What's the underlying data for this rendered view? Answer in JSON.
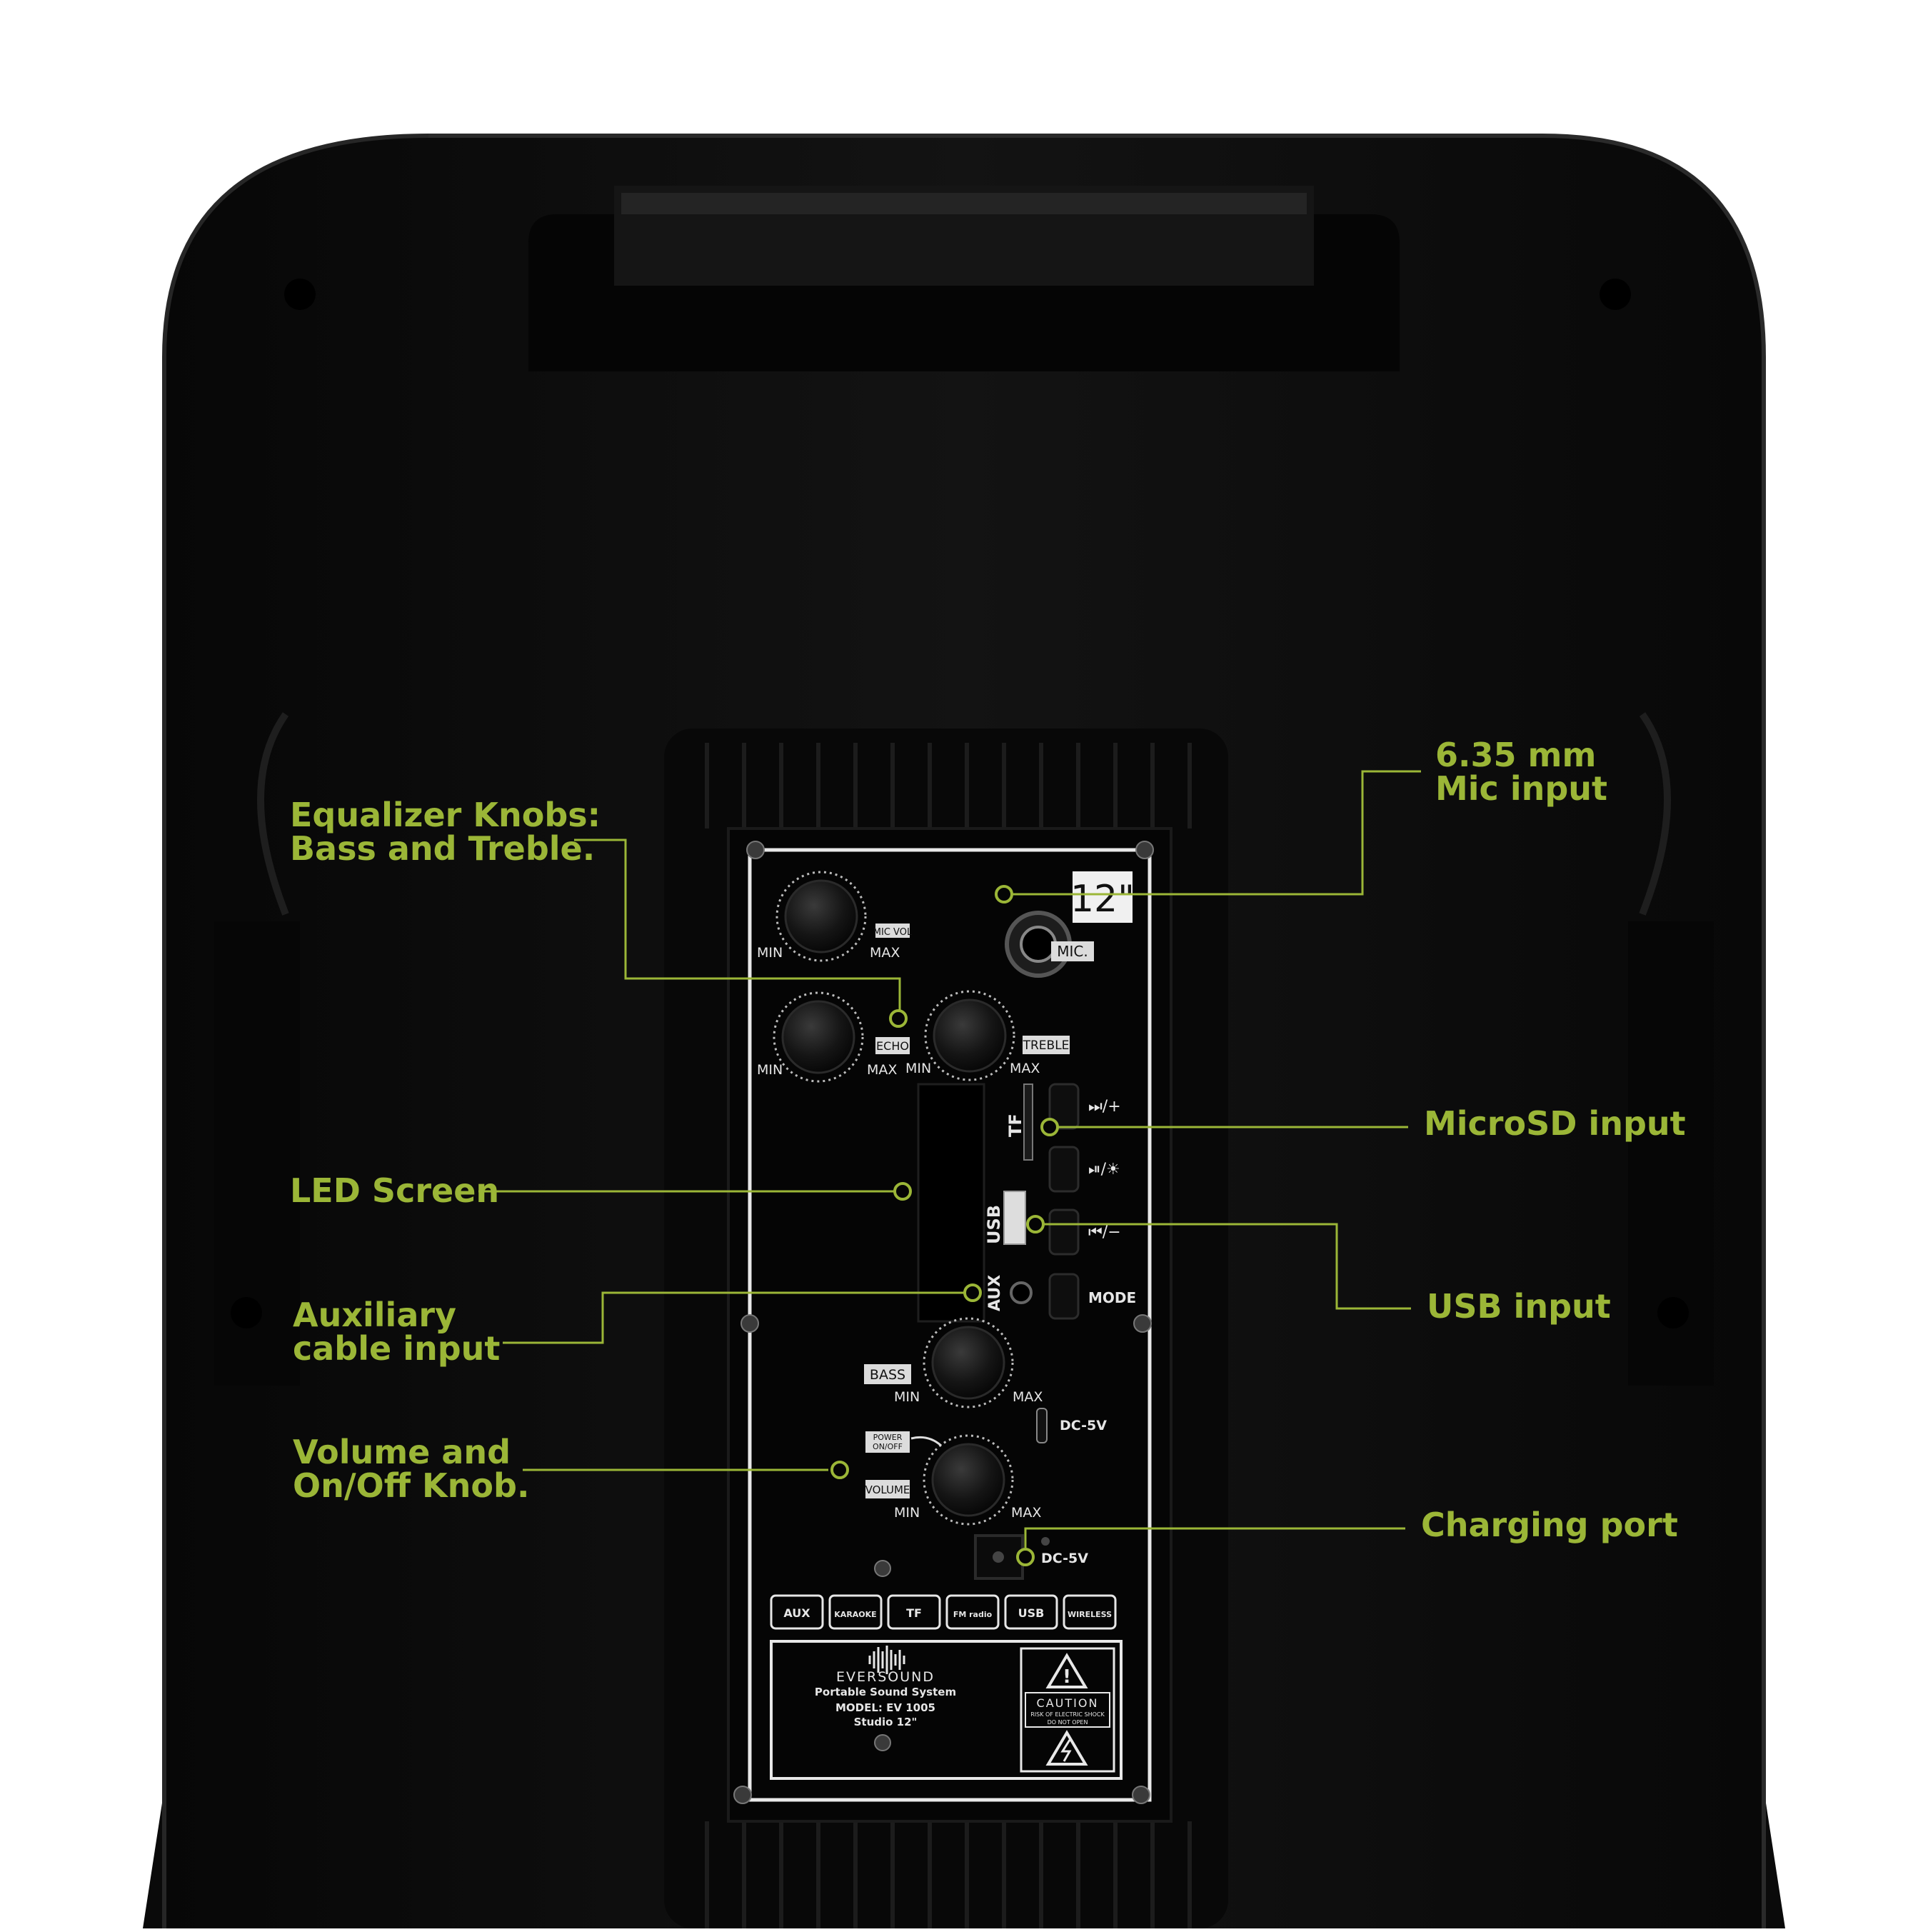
{
  "colors": {
    "accent": "#9bb637",
    "speaker_body": "#0b0b0b",
    "panel": "#050505",
    "panel_line": "#e8e8e8"
  },
  "callouts": {
    "mic_input": {
      "line1": "6.35 mm",
      "line2": "Mic input"
    },
    "equalizer": {
      "line1": "Equalizer Knobs:",
      "line2": "Bass and Treble."
    },
    "microsd": {
      "line1": "MicroSD input"
    },
    "led_screen": {
      "line1": "LED Screen"
    },
    "usb": {
      "line1": "USB input"
    },
    "aux": {
      "line1": "Auxiliary",
      "line2": "cable input"
    },
    "volume": {
      "line1": "Volume and",
      "line2": "On/Off Knob."
    },
    "charging": {
      "line1": "Charging port"
    }
  },
  "panel": {
    "size_badge": "12\"",
    "mic_label": "MIC.",
    "mic_vol": "MIC VOL",
    "echo": "ECHO",
    "treble": "TREBLE",
    "bass": "BASS",
    "power": [
      "POWER",
      "ON/OFF"
    ],
    "volume": "VOLUME",
    "min": "MIN",
    "max": "MAX",
    "tf": "TF",
    "usb": "USB",
    "aux": "AUX",
    "dc5v": "DC-5V",
    "mode": "MODE",
    "buttons": [
      "⏭/+",
      "⏯/☀",
      "⏮/−"
    ],
    "features": [
      "AUX",
      "KARAOKE",
      "TF",
      "FM radio",
      "USB",
      "WIRELESS"
    ],
    "brand": "EVERSOUND",
    "product": "Portable Sound System",
    "model": "MODEL: EV 1005",
    "studio": "Studio 12\"",
    "caution": "CAUTION",
    "caution_sub1": "RISK OF ELECTRIC SHOCK",
    "caution_sub2": "DO NOT OPEN"
  }
}
